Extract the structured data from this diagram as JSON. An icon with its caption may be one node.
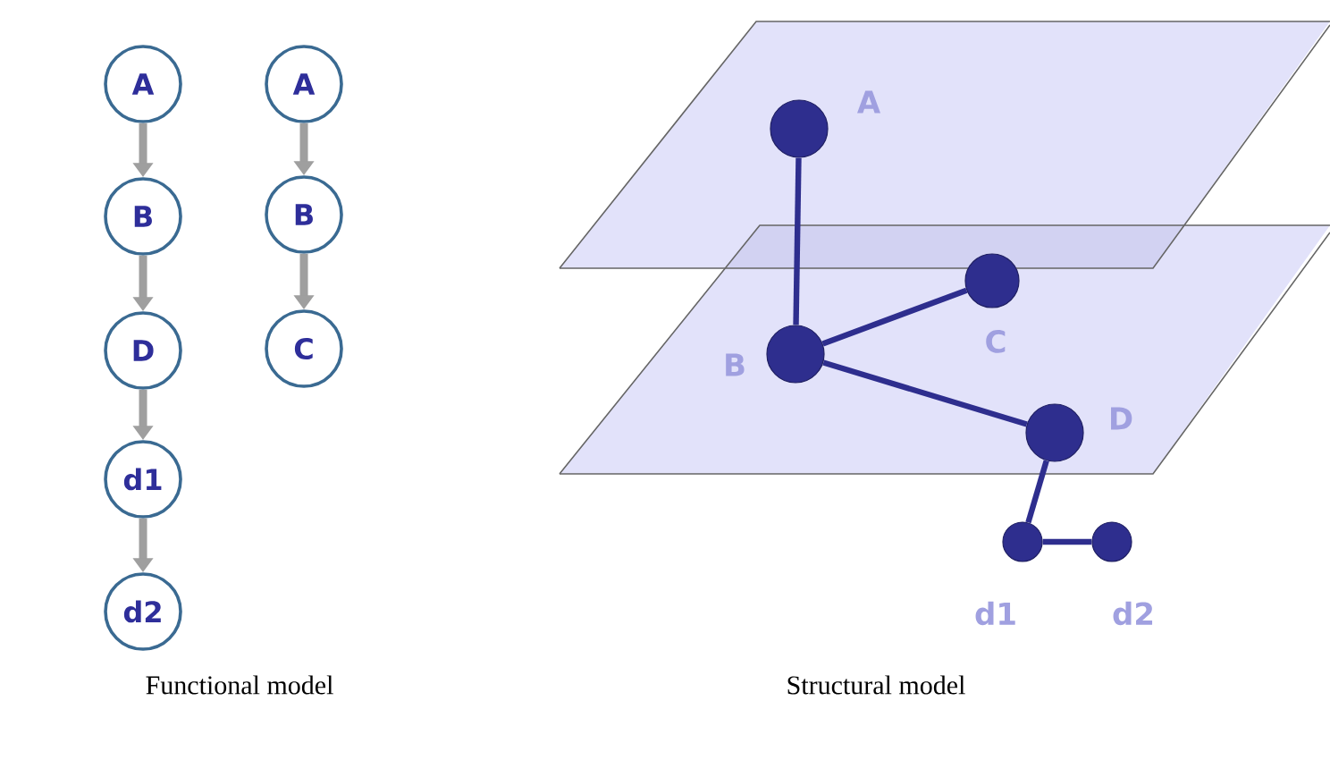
{
  "diagram": {
    "nodes": [
      {
        "text": [
          "A"
        ]
      },
      {
        "text": [
          "B"
        ]
      },
      {
        "text": [
          "D"
        ]
      },
      {
        "text": [
          "d1"
        ]
      },
      {
        "text": [
          "d2"
        ]
      },
      {
        "text": [
          "A"
        ]
      },
      {
        "text": [
          "B"
        ]
      },
      {
        "text": [
          "C"
        ]
      },
      {
        "text": [],
        "shape": "circle",
        "beside": [
          "A"
        ]
      },
      {
        "text": [],
        "shape": "circle",
        "beside": [
          "C"
        ]
      },
      {
        "text": [],
        "shape": "circle",
        "beside": [
          "B"
        ]
      },
      {
        "text": [],
        "shape": "circle",
        "beside": [
          "D"
        ]
      },
      {
        "text": [],
        "shape": "circle",
        "beside": [
          "d1"
        ]
      },
      {
        "text": [],
        "shape": "circle",
        "beside": [
          "d2"
        ]
      }
    ],
    "edges": [
      {
        "from": 0,
        "to": 1,
        "arrow": "to"
      },
      {
        "from": 1,
        "to": 2,
        "arrow": "to"
      },
      {
        "from": 2,
        "to": 3,
        "arrow": "to"
      },
      {
        "from": 3,
        "to": 4,
        "arrow": "to"
      },
      {
        "from": 5,
        "to": 6,
        "arrow": "to"
      },
      {
        "from": 6,
        "to": 7,
        "arrow": "to"
      },
      {
        "from": 8,
        "to": 10,
        "arrow": "none",
        "color": "#2e2e8e"
      },
      {
        "from": 10,
        "to": 9,
        "arrow": "none",
        "color": "#2e2e8e"
      },
      {
        "from": 10,
        "to": 11,
        "arrow": "none",
        "color": "#2e2e8e"
      },
      {
        "from": 11,
        "to": 12,
        "arrow": "none",
        "color": "#2e2e8e"
      },
      {
        "from": 12,
        "to": 13,
        "arrow": "none",
        "color": "#2e2e8e"
      }
    ],
    "labels": [
      "Functional model",
      "Structural model"
    ]
  }
}
